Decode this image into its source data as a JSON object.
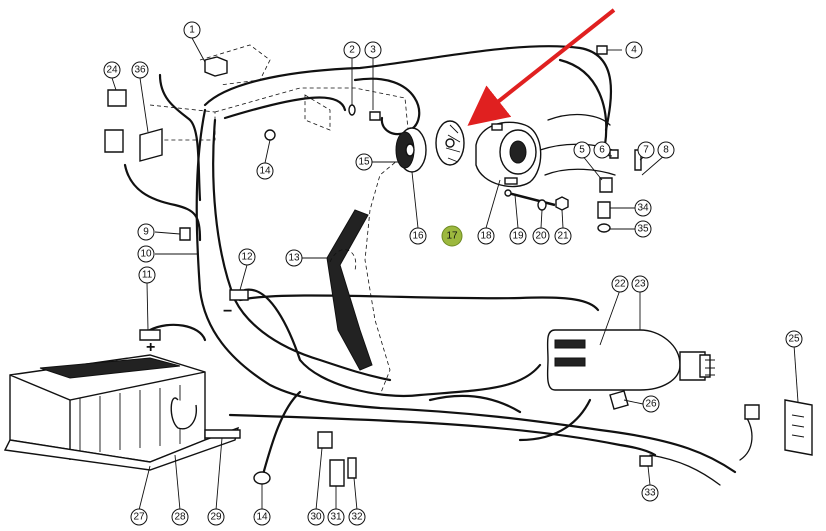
{
  "colors": {
    "highlight": "#9cb83e",
    "arrow": "#e02020",
    "ink": "#111111"
  },
  "callouts": [
    "1",
    "2",
    "3",
    "4",
    "5",
    "6",
    "7",
    "8",
    "9",
    "10",
    "11",
    "12",
    "13",
    "14",
    "14",
    "15",
    "16",
    "17",
    "18",
    "19",
    "20",
    "21",
    "22",
    "23",
    "24",
    "25",
    "26",
    "27",
    "28",
    "29",
    "30",
    "31",
    "32",
    "33",
    "34",
    "35",
    "36"
  ],
  "highlighted_part": "17",
  "polarity": {
    "positive": "+",
    "negative": "−"
  }
}
